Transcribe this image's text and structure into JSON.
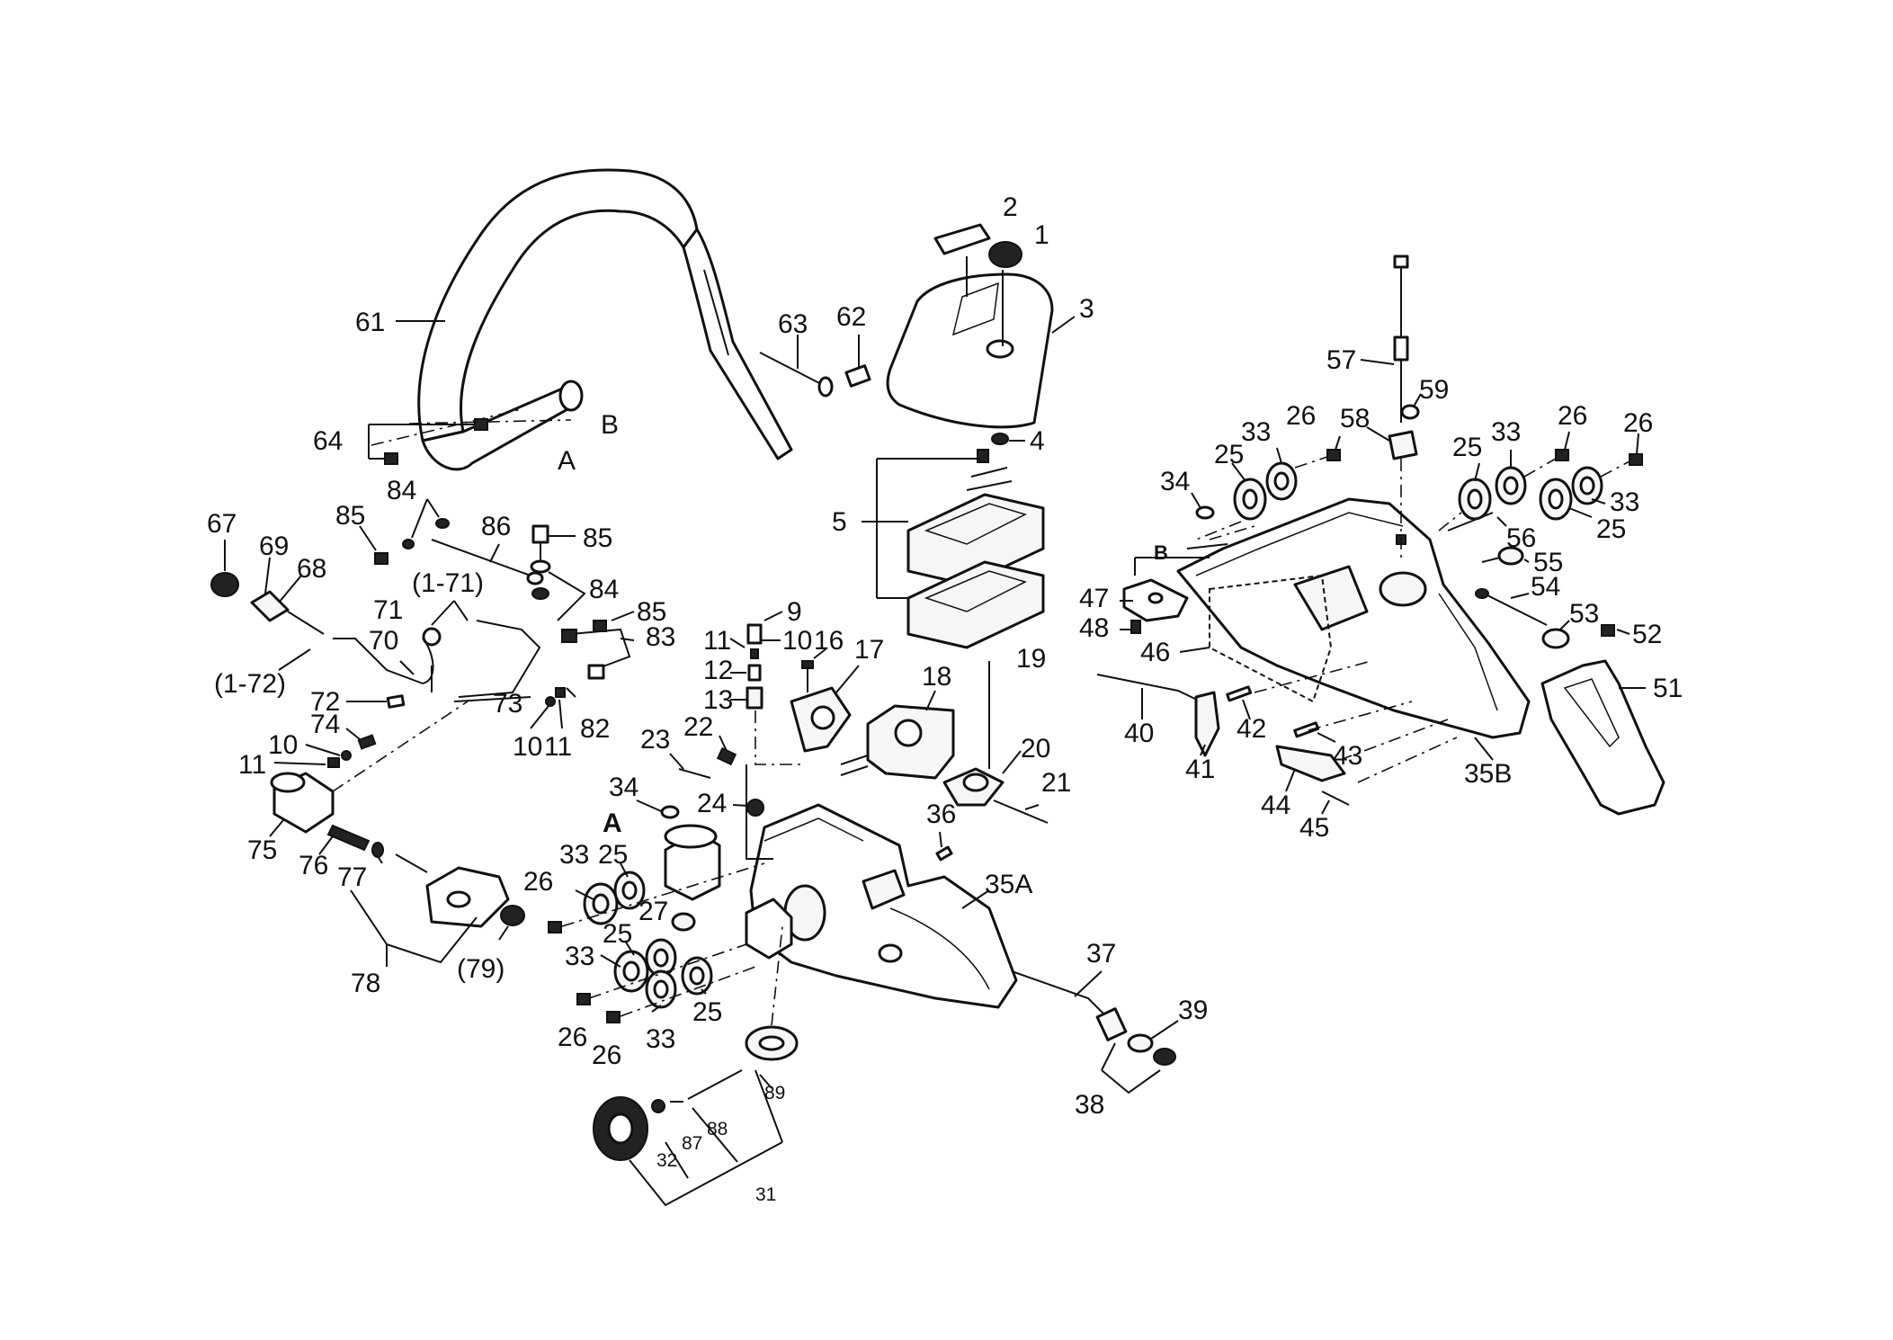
{
  "labels": [
    "1",
    "2",
    "3",
    "4",
    "5",
    "9",
    "10",
    "11",
    "12",
    "13",
    "16",
    "17",
    "18",
    "19",
    "20",
    "21",
    "22",
    "23",
    "24",
    "25",
    "25",
    "25",
    "25",
    "25",
    "25",
    "26",
    "26",
    "26",
    "26",
    "26",
    "26",
    "27",
    "31",
    "32",
    "33",
    "33",
    "33",
    "33",
    "33",
    "33",
    "34",
    "34",
    "35A",
    "35B",
    "36",
    "37",
    "38",
    "39",
    "40",
    "41",
    "42",
    "43",
    "44",
    "45",
    "46",
    "47",
    "48",
    "51",
    "52",
    "53",
    "54",
    "55",
    "56",
    "57",
    "58",
    "59",
    "61",
    "62",
    "63",
    "64",
    "67",
    "68",
    "69",
    "70",
    "71",
    "(1-71)",
    "(1-72)",
    "72",
    "73",
    "74",
    "75",
    "76",
    "77",
    "78",
    "(79)",
    "82",
    "83",
    "84",
    "84",
    "85",
    "85",
    "85",
    "86",
    "87",
    "88",
    "89",
    "10",
    "11",
    "10",
    "11",
    "A",
    "B",
    "A",
    "B"
  ]
}
